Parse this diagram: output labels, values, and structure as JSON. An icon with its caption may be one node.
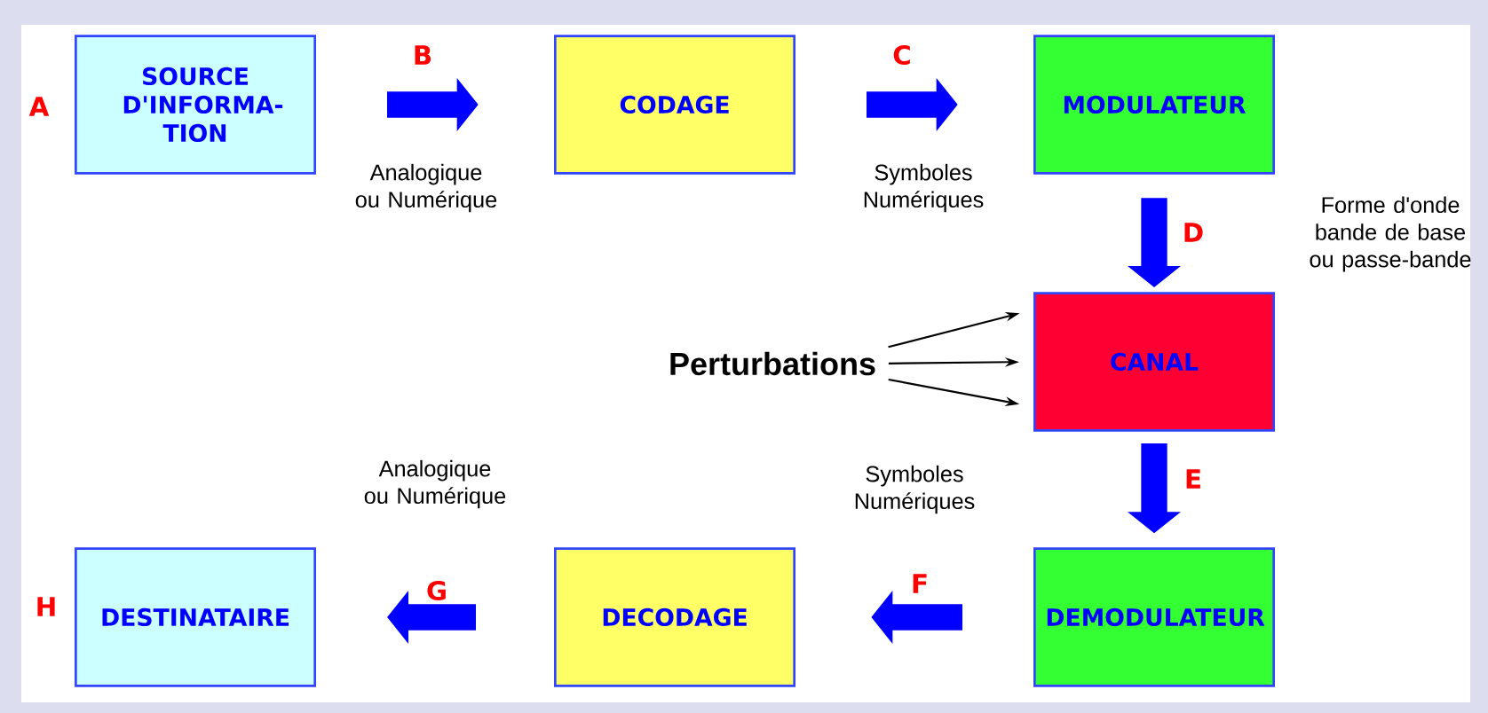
{
  "diagram": {
    "nodes": [
      {
        "text": [
          "SOURCE D'INFORMA-TION"
        ],
        "beside": [
          "A"
        ]
      },
      {
        "text": [
          "CODAGE"
        ]
      },
      {
        "text": [
          "MODULATEUR"
        ]
      },
      {
        "text": [
          "CANAL"
        ]
      },
      {
        "text": [
          "DEMODULATEUR"
        ]
      },
      {
        "text": [
          "DECODAGE"
        ]
      },
      {
        "text": [
          "DESTINATAIRE"
        ],
        "beside": [
          "H"
        ]
      },
      {
        "text": [
          "Perturbations"
        ]
      }
    ],
    "edges": [
      {
        "from": 0,
        "to": 1,
        "arrow": "to",
        "label": "B"
      },
      {
        "from": 1,
        "to": 2,
        "arrow": "to",
        "label": "C"
      },
      {
        "from": 2,
        "to": 3,
        "arrow": "to",
        "label": "D"
      },
      {
        "from": 3,
        "to": 4,
        "arrow": "to",
        "label": "E"
      },
      {
        "from": 4,
        "to": 5,
        "arrow": "to",
        "label": "F"
      },
      {
        "from": 5,
        "to": 6,
        "arrow": "to",
        "label": "G"
      },
      {
        "from": 7,
        "to": 3,
        "arrow": "to",
        "color": "#000000"
      },
      {
        "from": 7,
        "to": 3,
        "arrow": "to",
        "color": "#000000"
      },
      {
        "from": 7,
        "to": 3,
        "arrow": "to",
        "color": "#000000"
      }
    ],
    "labels": [
      "Analogique ou Numérique",
      "Symboles Numériques",
      "Forme d'onde bande de base ou passe-bande",
      "Symboles Numériques",
      "Analogique ou Numérique"
    ]
  }
}
